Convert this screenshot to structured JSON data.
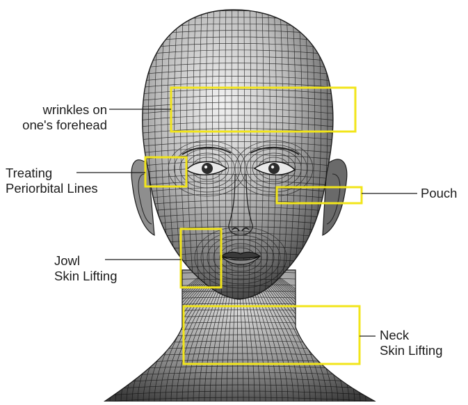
{
  "figure": {
    "highlight_color": "#f2e51a",
    "leader_line_color": "#1b1b1b",
    "illustration": "wireframe-head-icon"
  },
  "labels": {
    "forehead": {
      "line1": "wrinkles on",
      "line2": "one's forehead"
    },
    "periorbital": {
      "line1": "Treating",
      "line2": "Periorbital Lines"
    },
    "pouch": {
      "line1": "Pouch"
    },
    "jowl": {
      "line1": "Jowl",
      "line2": "Skin Lifting"
    },
    "neck": {
      "line1": "Neck",
      "line2": "Skin Lifting"
    }
  }
}
